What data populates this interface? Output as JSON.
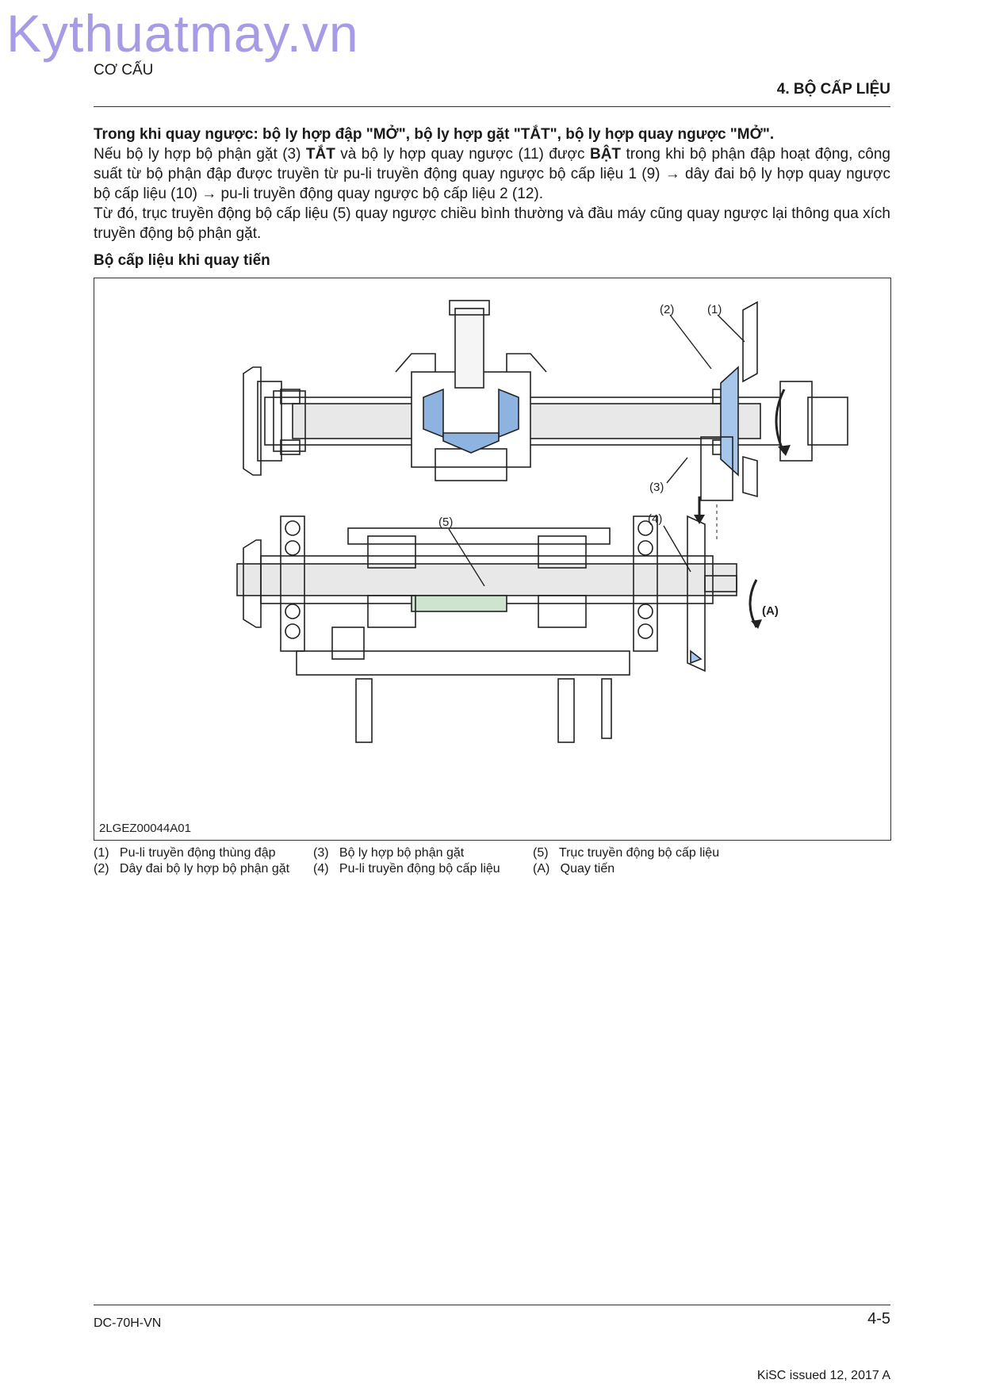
{
  "watermark": "Kythuatmay.vn",
  "header": {
    "section": "CƠ CẤU",
    "chapter": "4. BỘ CẤP LIỆU"
  },
  "body": {
    "line1": "Trong khi quay ngược: bộ ly hợp đập \"MỞ\", bộ ly hợp gặt \"TẮT\", bộ ly hợp quay ngược \"MỞ\".",
    "p2_a": "Nếu bộ ly hợp bộ phận gặt (3) ",
    "p2_b": "TẮT",
    "p2_c": " và bộ ly hợp quay ngược (11) được ",
    "p2_d": "BẬT",
    "p2_e": " trong khi bộ phận đập hoạt động, công suất từ bộ phận đập được truyền từ pu-li truyền động quay ngược bộ cấp liệu 1 (9) → dây đai bộ ly hợp quay ngược bộ cấp liệu (10) → pu-li truyền động quay ngược bộ cấp liệu 2 (12).",
    "p3": "Từ đó, trục truyền động bộ cấp liệu (5) quay ngược chiều bình thường và đầu máy cũng quay ngược lại thông qua xích truyền động bộ phận gặt."
  },
  "figure": {
    "title": "Bộ cấp liệu khi quay tiến",
    "code": "2LGEZ00044A01",
    "callouts": {
      "c1": "(1)",
      "c2": "(2)",
      "c3": "(3)",
      "c4": "(4)",
      "c5": "(5)",
      "cA": "(A)"
    }
  },
  "legend": [
    {
      "num": "(1)",
      "text": "Pu-li truyền động thùng đập"
    },
    {
      "num": "(2)",
      "text": "Dây đai bộ ly hợp bộ phận gặt"
    },
    {
      "num": "(3)",
      "text": "Bộ ly hợp bộ phận gặt"
    },
    {
      "num": "(4)",
      "text": "Pu-li truyền động bộ cấp liệu"
    },
    {
      "num": "(5)",
      "text": "Trục truyền động bộ cấp liệu"
    },
    {
      "num": "(A)",
      "text": "Quay tiến"
    }
  ],
  "footer": {
    "doc": "DC-70H-VN",
    "page": "4-5",
    "issued": "KiSC issued 12, 2017 A"
  },
  "colors": {
    "highlight": "#a7c6ec",
    "gear": "#8fb3e0",
    "plate": "#cfe4cf"
  }
}
